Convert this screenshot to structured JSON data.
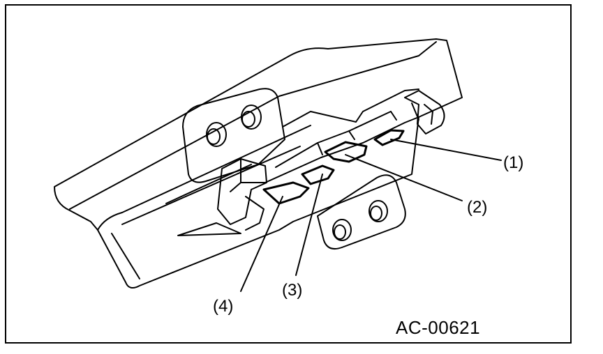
{
  "callouts": [
    {
      "id": "1",
      "label": "(1)"
    },
    {
      "id": "2",
      "label": "(2)"
    },
    {
      "id": "3",
      "label": "(3)"
    },
    {
      "id": "4",
      "label": "(4)"
    }
  ],
  "figure_code": "AC-00621",
  "colors": {
    "line": "#000000",
    "background": "#ffffff"
  }
}
